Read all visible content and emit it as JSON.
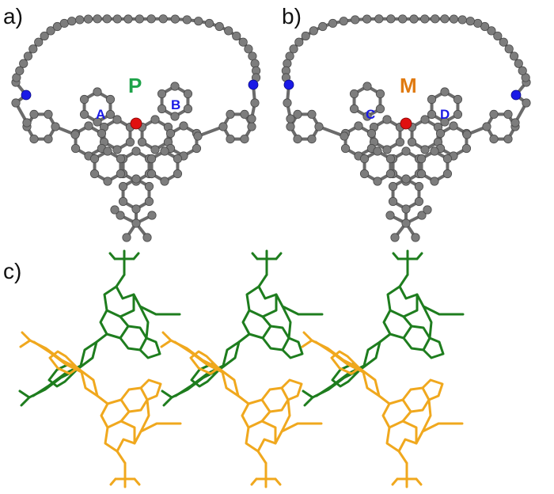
{
  "panels": {
    "a": {
      "label": "a)",
      "helix": "P",
      "rings": [
        "A",
        "B"
      ]
    },
    "b": {
      "label": "b)",
      "helix": "M",
      "rings": [
        "C",
        "D"
      ]
    },
    "c": {
      "label": "c)"
    }
  },
  "colors": {
    "carbon": "#7d7d7d",
    "nitrogen": "#1a1ae6",
    "boron": "#e01010",
    "ring_label": "#1a1ae6",
    "helix_P": "#1fa34a",
    "helix_M": "#e07a10",
    "packing_P": "#1e7d1e",
    "packing_M": "#f0a81e"
  }
}
